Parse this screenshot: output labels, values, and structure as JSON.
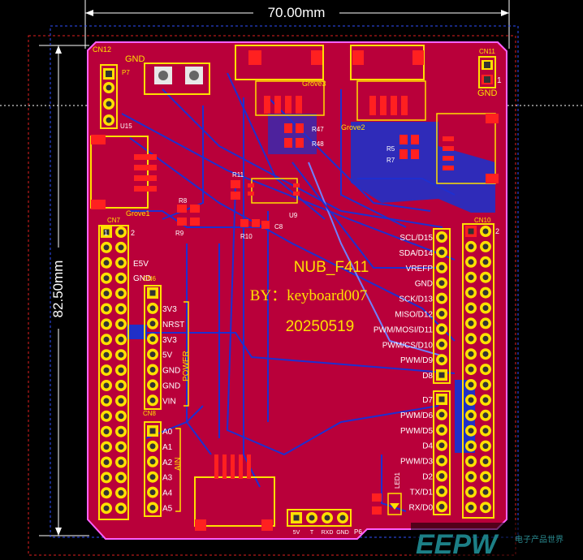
{
  "dimensions": {
    "width_label": "70.00mm",
    "height_label": "82.50mm"
  },
  "board": {
    "title": "NUB_F411",
    "author": "BY：keyboard007",
    "date": "20250519"
  },
  "colors": {
    "top_copper": "#c8003c",
    "bottom_copper": "#1e2fd0",
    "silk": "#ffe000",
    "pad": "#ffe000",
    "smd": "#ff2020"
  },
  "connectors": {
    "cn12": {
      "ref": "CN12",
      "pin1": "GND",
      "alt": "P7"
    },
    "cn11": {
      "ref": "CN11",
      "pin1": "1",
      "pin2": "GND"
    },
    "cn7": {
      "ref": "CN7",
      "labels": [
        "1",
        "2",
        "E5V",
        "GND"
      ]
    },
    "power": {
      "ref": "CN6",
      "group": "POWER",
      "labels": [
        "3V3",
        "NRST",
        "3V3",
        "5V",
        "GND",
        "GND",
        "VIN"
      ]
    },
    "ain": {
      "ref": "CN8",
      "group": "AIN",
      "labels": [
        "A0",
        "A1",
        "A2",
        "A3",
        "A4",
        "A5"
      ]
    },
    "cn5": {
      "labels": [
        "SCL/D15",
        "SDA/D14",
        "VREFP",
        "GND",
        "SCK/D13",
        "MISO/D12",
        "PWM/MOSI/D11",
        "PWM/CS/D10",
        "PWM/D9",
        "D8"
      ]
    },
    "cn9": {
      "labels": [
        "D7",
        "PWM/D6",
        "PWM/D5",
        "D4",
        "PWM/D3",
        "D2",
        "TX/D1",
        "RX/D0"
      ]
    },
    "cn10": {
      "ref": "CN10",
      "pin2": "2"
    },
    "p6": {
      "ref": "P6",
      "labels": [
        "5V",
        "T",
        "RXD",
        "GND"
      ]
    }
  },
  "grove": [
    "Grove3",
    "Grove2",
    "Grove1"
  ],
  "components": [
    "R47",
    "R48",
    "R5",
    "R7",
    "R11",
    "R8",
    "R9",
    "R10",
    "C8",
    "U9",
    "U15",
    "LED1"
  ]
}
